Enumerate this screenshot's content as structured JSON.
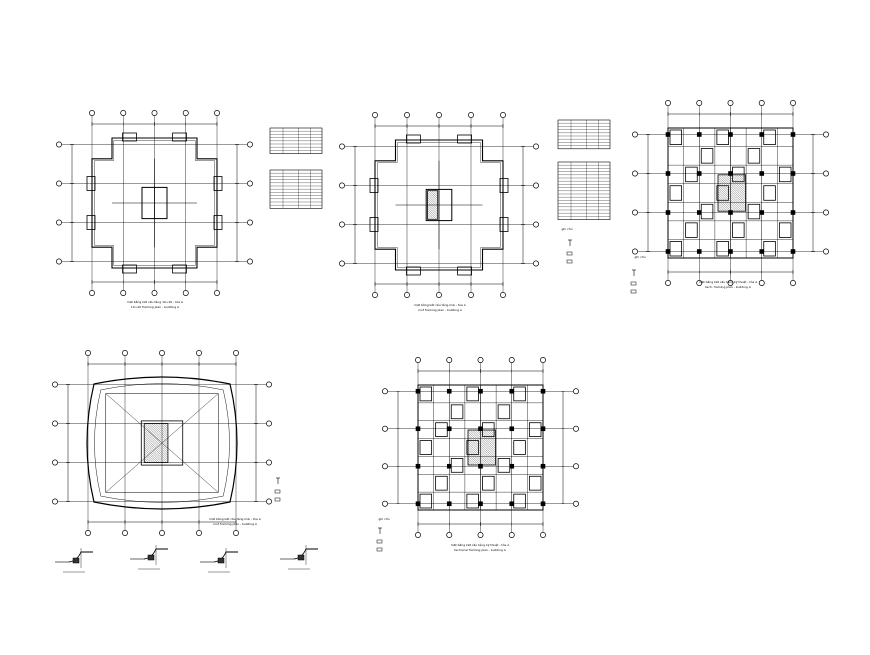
{
  "sheet": {
    "background": "#ffffff",
    "ink": "#000000",
    "hatch": "#333333"
  },
  "plans": [
    {
      "id": "plan-1",
      "title_line1": "mặt bằng kết cấu tầng 10÷20 - tòa A",
      "title_line2": "10÷20 framing plan - building A"
    },
    {
      "id": "plan-2",
      "title_line1": "mặt bằng kết cấu tầng mái - tòa A",
      "title_line2": "roof framing plan - building A"
    },
    {
      "id": "plan-3",
      "title_line1": "mặt bằng kết cấu tầng kỹ thuật - tòa A",
      "title_line2": "tech. framing plan - building A"
    },
    {
      "id": "plan-4",
      "title_line1": "mặt bằng kết cấu tầng mái - tòa A",
      "title_line2": "roof framing plan - building A"
    },
    {
      "id": "plan-5",
      "title_line1": "mặt bằng kết cấu tầng kỹ thuật - tòa A",
      "title_line2": "technical framing plan - building A"
    }
  ],
  "notes": {
    "label": "ghi chú"
  }
}
